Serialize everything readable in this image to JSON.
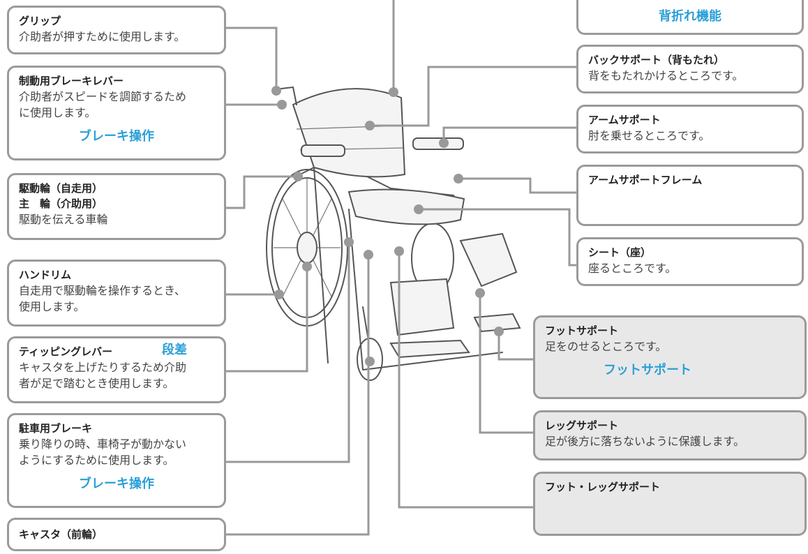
{
  "left": [
    {
      "title": "グリップ",
      "desc": [
        "介助者が押すために使用します。"
      ]
    },
    {
      "title": "制動用ブレーキレバー",
      "desc": [
        "介助者がスピードを調節するため",
        "に使用します。"
      ],
      "link": "ブレーキ操作"
    },
    {
      "title": "駆動輪（自走用）",
      "title2": "主　輪（介助用）",
      "desc": [
        "駆動を伝える車輪"
      ]
    },
    {
      "title": "ハンドリム",
      "desc": [
        "自走用で駆動輪を操作するとき、",
        "使用します。"
      ]
    },
    {
      "title": "ティッピングレバー",
      "inline_link": "段差",
      "desc": [
        "キャスタを上げたりするため介助",
        "者が足で踏むとき使用します。"
      ]
    },
    {
      "title": "駐車用ブレーキ",
      "desc": [
        "乗り降りの時、車椅子が動かない",
        "ようにするために使用します。"
      ],
      "link": "ブレーキ操作"
    },
    {
      "title": "キャスタ（前輪）"
    }
  ],
  "right": [
    {
      "link": "背折れ機能"
    },
    {
      "title": "バックサポート（背もたれ）",
      "desc": [
        "背をもたれかけるところです。"
      ]
    },
    {
      "title": "アームサポート",
      "desc": [
        "肘を乗せるところです。"
      ]
    },
    {
      "title": "アームサポートフレーム"
    },
    {
      "title": "シート（座）",
      "desc": [
        "座るところです。"
      ]
    },
    {
      "title": "フットサポート",
      "desc": [
        "足をのせるところです。"
      ],
      "link": "フットサポート"
    },
    {
      "title": "レッグサポート",
      "desc": [
        "足が後方に落ちないように保護します。"
      ]
    },
    {
      "title": "フット・レッグサポート"
    }
  ]
}
